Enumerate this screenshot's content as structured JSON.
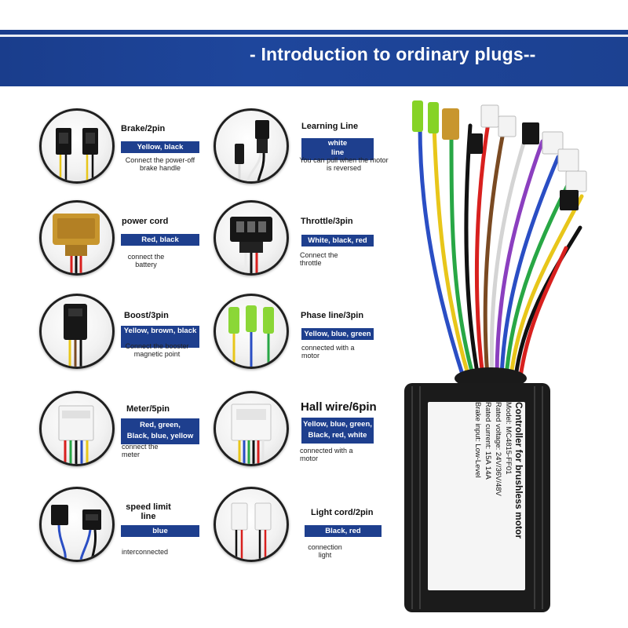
{
  "header": {
    "title": "- Introduction to ordinary plugs--",
    "banner_color": "#1e469c"
  },
  "plugs": [
    {
      "title": "Brake/2pin",
      "tag": "Yellow, black",
      "desc": "Connect the power-off brake handle",
      "icon": "brake-connector-icon"
    },
    {
      "title": "Learning Line",
      "tag": "white line",
      "desc": "You can pull when the motor is reversed",
      "icon": "learning-line-connector-icon"
    },
    {
      "title": "power cord",
      "tag": "Red, black",
      "desc": "connect the battery",
      "icon": "power-connector-icon"
    },
    {
      "title": "Throttle/3pin",
      "tag": "White, black, red",
      "desc": "Connect the throttle",
      "icon": "throttle-connector-icon"
    },
    {
      "title": "Boost/3pin",
      "tag": "Yellow, brown, black",
      "desc": "Connect the booster magnetic point",
      "icon": "boost-connector-icon"
    },
    {
      "title": "Phase line/3pin",
      "tag": "Yellow, blue, green",
      "desc": "connected with a motor",
      "icon": "phase-line-connector-icon"
    },
    {
      "title": "Meter/5pin",
      "tag_line1": "Red, green,",
      "tag_line2": "Black, blue, yellow",
      "desc": "connect the meter",
      "icon": "meter-connector-icon"
    },
    {
      "title": "Hall wire/6pin",
      "tag_line1": "Yellow, blue, green,",
      "tag_line2": "Black, red, white",
      "desc": "connected with a motor",
      "icon": "hall-connector-icon"
    },
    {
      "title": "speed limit line",
      "tag": "blue",
      "desc": "interconnected",
      "icon": "speed-limit-connector-icon"
    },
    {
      "title": "Light cord/2pin",
      "tag": "Black, red",
      "desc": "connection light",
      "icon": "light-connector-icon"
    }
  ],
  "product": {
    "label_lines": [
      "Controller for brushless motor",
      "Model:  MC4815-FF01",
      "Rated voltage: 24V/36V/48V",
      "Rated current: 15A  14A",
      "Brake input: Low-Level"
    ],
    "icon": "motor-controller-icon"
  }
}
